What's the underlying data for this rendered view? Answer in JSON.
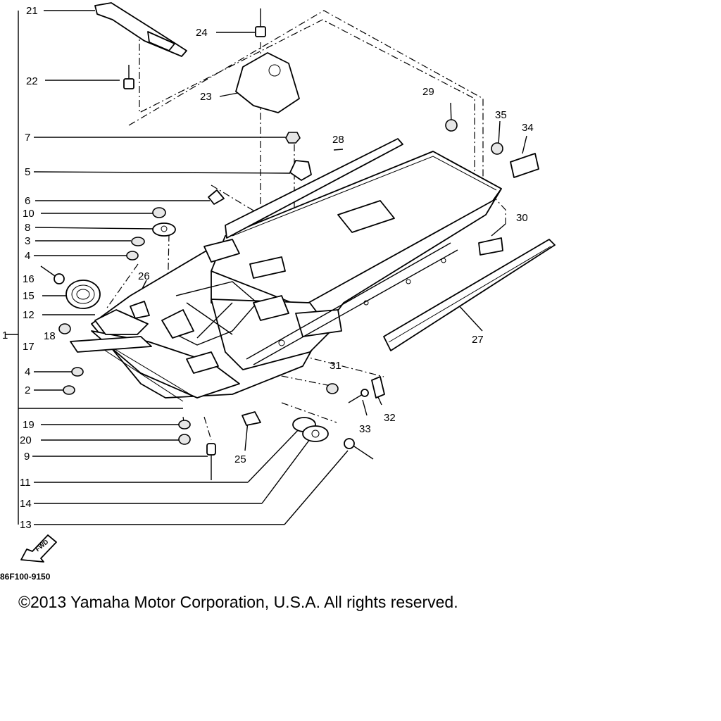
{
  "labels": {
    "l1": "1",
    "l2": "2",
    "l3": "3",
    "l4a": "4",
    "l4b": "4",
    "l5": "5",
    "l6": "6",
    "l7": "7",
    "l8": "8",
    "l9": "9",
    "l10": "10",
    "l11": "11",
    "l12": "12",
    "l13": "13",
    "l14": "14",
    "l15": "15",
    "l16": "16",
    "l17": "17",
    "l18": "18",
    "l19": "19",
    "l20": "20",
    "l21": "21",
    "l22": "22",
    "l23": "23",
    "l24": "24",
    "l25": "25",
    "l26": "26",
    "l27": "27",
    "l28": "28",
    "l29": "29",
    "l30": "30",
    "l31": "31",
    "l32": "32",
    "l33": "33",
    "l34": "34",
    "l35": "35"
  },
  "fwd_text": "FWD",
  "diagram_code": "86F100-9150",
  "copyright": "©2013 Yamaha Motor Corporation, U.S.A. All rights reserved."
}
